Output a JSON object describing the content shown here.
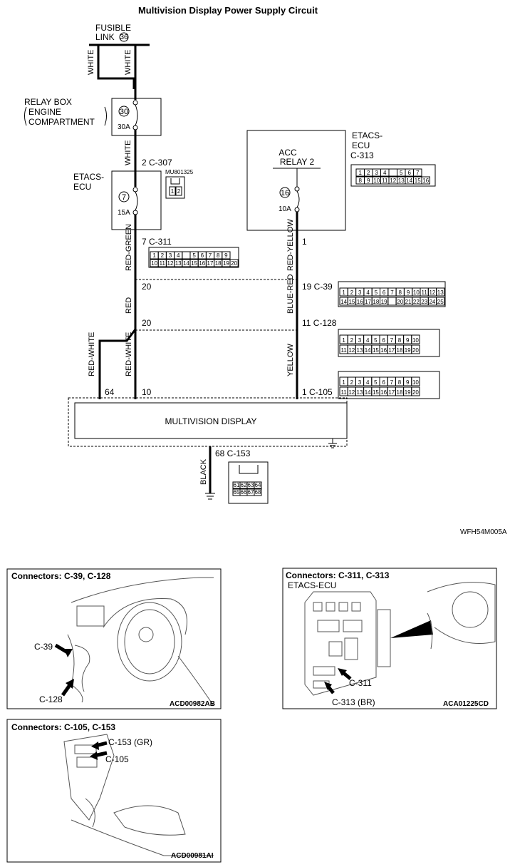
{
  "title": "Multivision Display Power Supply Circuit",
  "fusible_link": {
    "label1": "FUSIBLE",
    "label2": "LINK",
    "num": "36"
  },
  "relay_box": {
    "l1": "RELAY BOX",
    "l2": "ENGINE",
    "l3": "COMPARTMENT",
    "fuse_num": "30",
    "amp": "30A"
  },
  "etacs_left": {
    "l1": "ETACS-",
    "l2": "ECU",
    "fuse_num": "7",
    "amp": "15A",
    "part_no": "MU801325"
  },
  "etacs_right": {
    "l1": "ETACS-",
    "l2": "ECU",
    "l3": "C-313",
    "relay1": "ACC",
    "relay2": "RELAY 2",
    "fuse_num": "16",
    "amp": "10A"
  },
  "wires": {
    "white": "WHITE",
    "red_green": "RED-GREEN",
    "red": "RED",
    "red_white": "RED-WHITE",
    "red_yellow": "RED-YELLOW",
    "blue_red": "BLUE-RED",
    "yellow": "YELLOW",
    "black": "BLACK"
  },
  "pins": {
    "c307": "2 C-307",
    "c311": "7 C-311",
    "p20a": "20",
    "p20b": "20",
    "p64": "64",
    "p10": "10",
    "p1": "1",
    "c39": "19 C-39",
    "c128": "11 C-128",
    "c105": "1 C-105",
    "c153": "68 C-153"
  },
  "display": {
    "label": "MULTIVISION DISPLAY"
  },
  "figure_code": "WFH54M005A",
  "connectors": {
    "c313_row1": [
      "1",
      "2",
      "3",
      "4",
      "",
      "5",
      "6",
      "7"
    ],
    "c313_row2": [
      "8",
      "9",
      "10",
      "11",
      "12",
      "13",
      "14",
      "15",
      "16"
    ],
    "c311_row1": [
      "1",
      "2",
      "3",
      "4",
      "",
      "5",
      "6",
      "7",
      "8",
      "9"
    ],
    "c311_row2": [
      "10",
      "11",
      "12",
      "13",
      "14",
      "15",
      "16",
      "17",
      "18",
      "19",
      "20"
    ],
    "c39_row1": [
      "1",
      "2",
      "3",
      "4",
      "5",
      "6",
      "7",
      "8",
      "9",
      "10",
      "11",
      "12",
      "13"
    ],
    "c39_row2": [
      "14",
      "15",
      "16",
      "17",
      "18",
      "19",
      "",
      "20",
      "21",
      "22",
      "23",
      "24",
      "25"
    ],
    "c128_row1": [
      "1",
      "2",
      "3",
      "4",
      "5",
      "6",
      "7",
      "8",
      "9",
      "10"
    ],
    "c128_row2": [
      "11",
      "12",
      "13",
      "14",
      "15",
      "16",
      "17",
      "18",
      "19",
      "20"
    ],
    "c105_row1": [
      "1",
      "2",
      "3",
      "4",
      "5",
      "6",
      "7",
      "8",
      "9",
      "10"
    ],
    "c105_row2": [
      "11",
      "12",
      "13",
      "14",
      "15",
      "16",
      "17",
      "18",
      "19",
      "20"
    ],
    "c153_row1": [
      "61",
      "62",
      "63",
      "64"
    ],
    "c153_row2": [
      "65",
      "66",
      "67",
      "68"
    ],
    "c307": [
      "1",
      "2"
    ]
  },
  "panels": {
    "p1": {
      "title": "Connectors: C-39, C-128",
      "a": "C-39",
      "b": "C-128",
      "code": "ACD00982AB"
    },
    "p2": {
      "title": "Connectors: C-311, C-313",
      "sub": "ETACS-ECU",
      "a": "C-311",
      "b": "C-313 (BR)",
      "code": "ACA01225CD"
    },
    "p3": {
      "title": "Connectors: C-105, C-153",
      "a": "C-153 (GR)",
      "b": "C-105",
      "code": "ACD00981AI"
    }
  }
}
